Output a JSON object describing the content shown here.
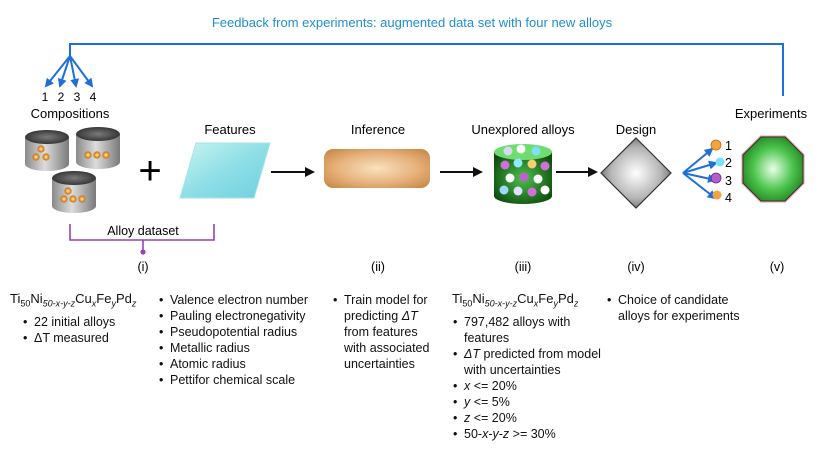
{
  "feedback": {
    "label": "Feedback from experiments: augmented data set with four new alloys",
    "color": "#1e6fd9",
    "compositions": [
      "1",
      "2",
      "3",
      "4"
    ]
  },
  "stages": {
    "compositions": "Compositions",
    "features": "Features",
    "inference": "Inference",
    "unexplored": "Unexplored alloys",
    "design": "Design",
    "experiments": "Experiments"
  },
  "alloy_dataset_label": "Alloy dataset",
  "candidate_numbers": [
    "1",
    "2",
    "3",
    "4"
  ],
  "plus_sign": "+",
  "roman": [
    "(i)",
    "(ii)",
    "(iii)",
    "(iv)",
    "(v)"
  ],
  "formula": {
    "ti": "Ti",
    "ti_sub": "50",
    "ni": "Ni",
    "ni_sub": "50-x-y-z",
    "cu": "Cu",
    "cu_sub": "x",
    "fe": "Fe",
    "fe_sub": "y",
    "pd": "Pd",
    "pd_sub": "z"
  },
  "dataset_bullets": [
    "22 initial alloys",
    "ΔT measured"
  ],
  "feature_bullets": [
    "Valence electron number",
    "Pauling electronegativity",
    "Pseudopotential radius",
    "Metallic radius",
    "Atomic radius",
    "Pettifor chemical scale"
  ],
  "inference_bullet": {
    "line1": "Train model for",
    "line2a": "predicting ",
    "line2b": "ΔT",
    "line3": "from features",
    "line4": "with associated",
    "line5": "uncertainties"
  },
  "unexplored_bullets": {
    "b1a": "797,482 alloys with",
    "b1b": "features",
    "b2a": "ΔT",
    "b2b": " predicted from model",
    "b2c": "with uncertainties",
    "b3a": "x",
    "b3b": " <= 20%",
    "b4a": "y",
    "b4b": " <= 5%",
    "b5a": "z",
    "b5b": " <= 20%",
    "b6a": "50-",
    "b6b": "x",
    "b6c": "-",
    "b6d": "y",
    "b6e": "-",
    "b6f": "z",
    "b6g": " >= 30%"
  },
  "design_bullet": {
    "line1": "Choice of candidate",
    "line2": "alloys for experiments"
  },
  "colors": {
    "alloy_dots": "#f4a340",
    "purple": "#9b3fb5",
    "experiment_octagon": "#3cb043",
    "experiment_glow": "#f08090",
    "features_panel": "#9be6e8",
    "inference_box": "#e0a86a"
  }
}
